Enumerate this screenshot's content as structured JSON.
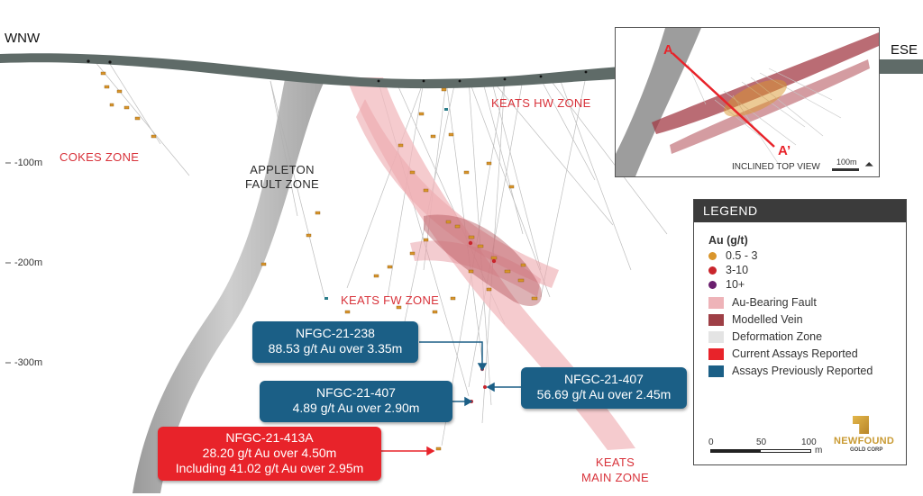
{
  "directions": {
    "west": "WNW",
    "east": "ESE"
  },
  "depth_labels": [
    "-100m",
    "-200m",
    "-300m"
  ],
  "zones": {
    "cokes": "COKES ZONE",
    "appleton": "APPLETON FAULT ZONE",
    "keats_hw": "KEATS HW ZONE",
    "keats_fw": "KEATS FW ZONE",
    "keats_main": "KEATS MAIN ZONE"
  },
  "callouts": [
    {
      "hole": "NFGC-21-238",
      "result": "88.53 g/t Au over 3.35m",
      "style": "previously-reported"
    },
    {
      "hole": "NFGC-21-407",
      "result": "4.89 g/t Au over 2.90m",
      "style": "previously-reported"
    },
    {
      "hole": "NFGC-21-407",
      "result": "56.69 g/t Au over 2.45m",
      "style": "previously-reported"
    },
    {
      "hole": "NFGC-21-413A",
      "result": "28.20 g/t Au over 4.50m",
      "result2": "Including 41.02 g/t Au over 2.95m",
      "style": "current"
    }
  ],
  "inset": {
    "section_start": "A",
    "section_end": "A’",
    "caption": "INCLINED TOP VIEW",
    "scale": "100m"
  },
  "legend": {
    "title": "LEGEND",
    "au_heading": "Au (g/t)",
    "au_classes": [
      {
        "label": "0.5 - 3",
        "color": "#d9952b"
      },
      {
        "label": "3-10",
        "color": "#c9252c"
      },
      {
        "label": "10+",
        "color": "#6b1f6e"
      }
    ],
    "items": [
      {
        "label": "Au-Bearing Fault",
        "color": "#eeb3b8"
      },
      {
        "label": "Modelled Vein",
        "color": "#9e3f46"
      },
      {
        "label": "Deformation Zone",
        "color": "#e4e4e4"
      },
      {
        "label": "Current Assays Reported",
        "color": "#e8232a"
      },
      {
        "label": "Assays Previously Reported",
        "color": "#1b5f86"
      }
    ],
    "scale_ticks": [
      "0",
      "50",
      "100"
    ],
    "scale_unit": "m",
    "logo_top": "NEWFOUND",
    "logo_bottom": "GOLD CORP"
  }
}
